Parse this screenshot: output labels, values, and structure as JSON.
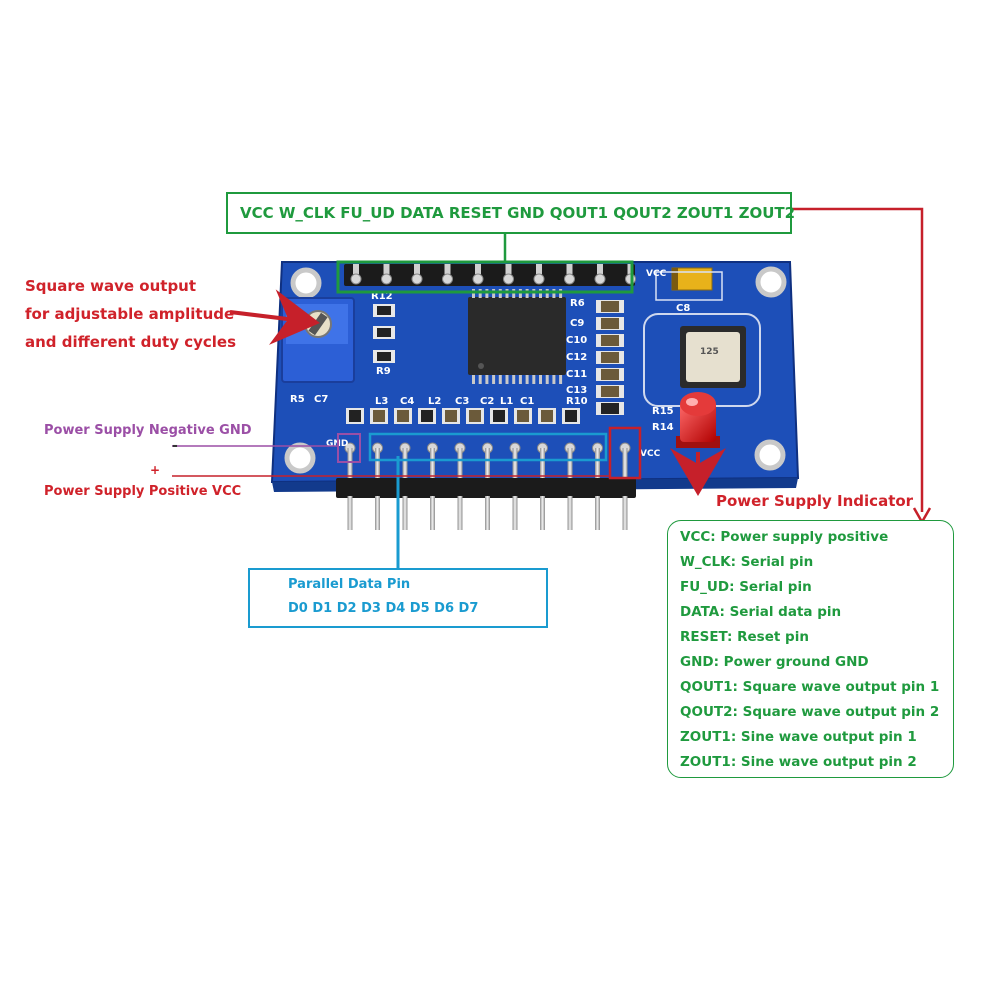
{
  "top_header": {
    "text": "VCC W_CLK FU_UD DATA RESET GND QOUT1 QOUT2 ZOUT1 ZOUT2",
    "color": "#1f9a3e"
  },
  "square_wave_note": {
    "lines": [
      "Square wave output",
      "for adjustable amplitude",
      "and different duty cycles"
    ],
    "color": "#d0222a"
  },
  "gnd_note": {
    "text": "Power Supply Negative GND",
    "symbol": "-",
    "color": "#9b4fa6"
  },
  "vcc_note": {
    "text": "Power Supply Positive VCC",
    "symbol": "+",
    "color": "#d0222a"
  },
  "parallel_box": {
    "title": "Parallel Data Pin",
    "pins": "D0 D1 D2 D3 D4 D5 D6 D7",
    "color": "#1a9bd0"
  },
  "power_indicator": {
    "text": "Power Supply Indicator",
    "color": "#d0222a"
  },
  "pin_list": {
    "color": "#1f9a3e",
    "items": [
      "VCC: Power supply positive",
      "W_CLK: Serial pin",
      "FU_UD: Serial pin",
      "DATA: Serial data pin",
      "RESET: Reset pin",
      "GND: Power ground GND",
      "QOUT1: Square wave output pin 1",
      "QOUT2: Square wave output pin 2",
      "ZOUT1: Sine wave output pin 1",
      "ZOUT1: Sine wave output pin 2"
    ]
  },
  "board_labels": {
    "r12": "R12",
    "r9": "R9",
    "r5": "R5",
    "c7": "C7",
    "r6": "R6",
    "c9": "C9",
    "c10": "C10",
    "c12": "C12",
    "c11": "C11",
    "c13": "C13",
    "c8": "C8",
    "r15": "R15",
    "r14": "R14",
    "r10": "R10",
    "gnd": "GND",
    "vcc_bottom": "VCC",
    "vcc_top": "VCC",
    "l1": "L1",
    "l2": "L2",
    "l3": "L3",
    "c1": "C1",
    "c2": "C2",
    "c3": "C3",
    "c4": "C4",
    "osc_code": "125"
  },
  "colors": {
    "board": "#1d4fb8",
    "board_dark": "#143a8f",
    "header_green": "#1f9a3e",
    "arrow_red": "#c6202a",
    "data_blue": "#1a9bd0",
    "gnd_purple": "#9b4fa6"
  }
}
